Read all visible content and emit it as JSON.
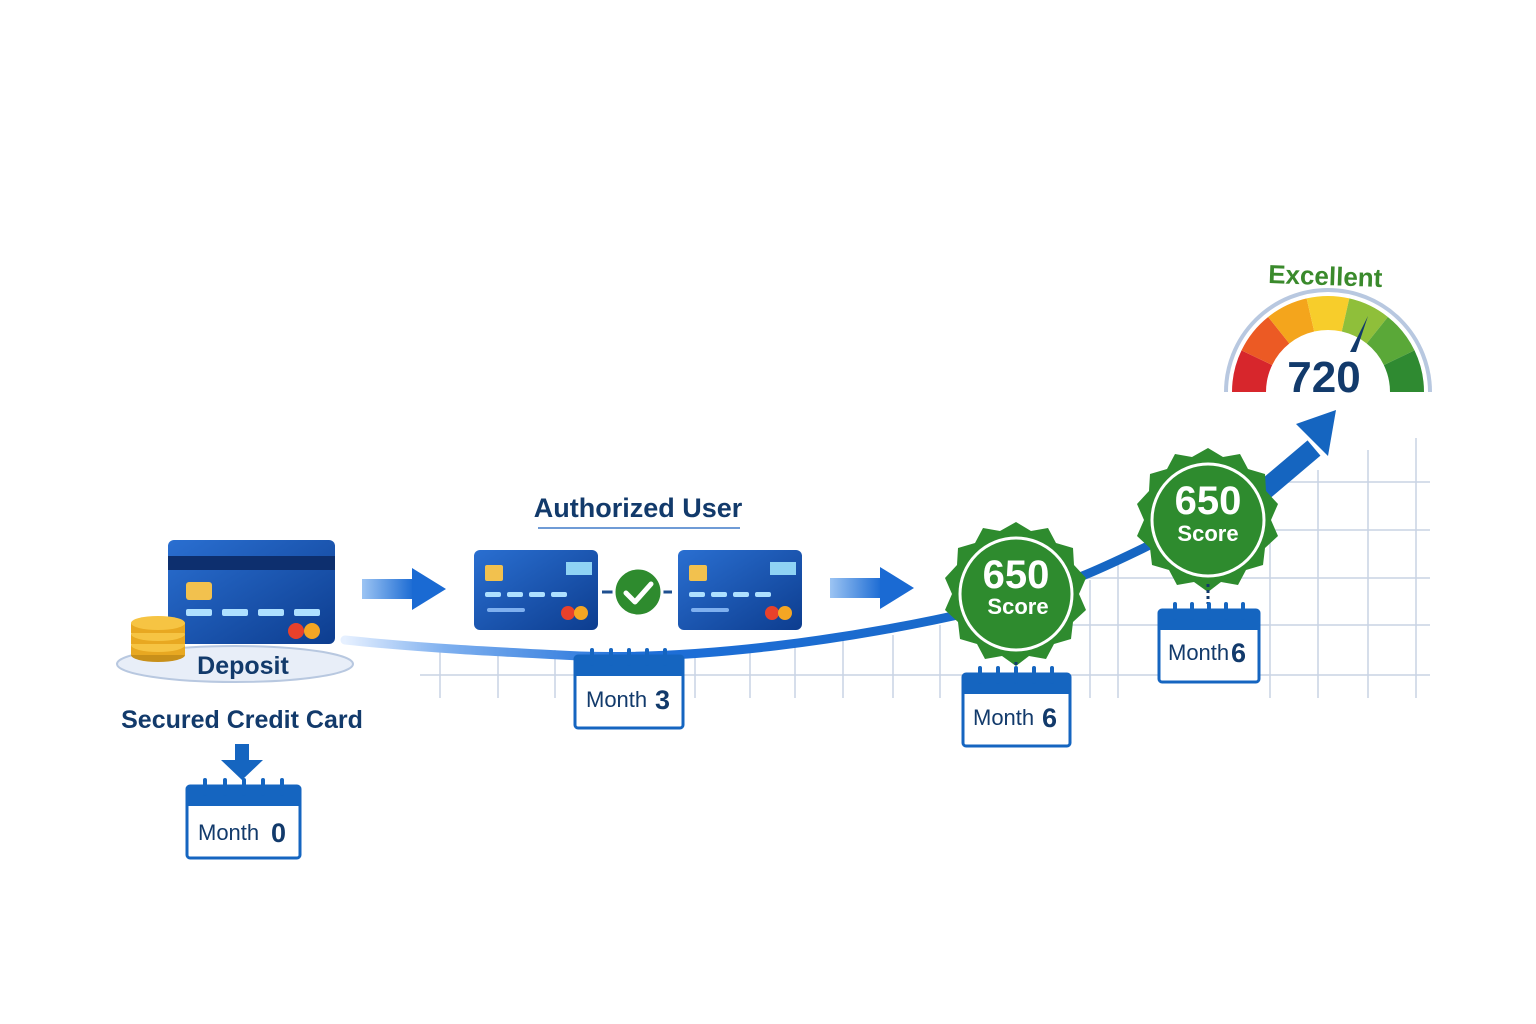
{
  "step1": {
    "deposit_label": "Deposit",
    "title": "Secured Credit Card",
    "calendar": {
      "word": "Month",
      "number": "0"
    }
  },
  "step2": {
    "title": "Authorized User",
    "calendar": {
      "word": "Month",
      "number": "3"
    }
  },
  "step3": {
    "badge_value": "650",
    "badge_caption": "Score",
    "calendar": {
      "word": "Month",
      "number": "6"
    }
  },
  "step4": {
    "badge_value": "650",
    "badge_caption": "Score",
    "calendar": {
      "word": "Month",
      "number": "6"
    }
  },
  "gauge": {
    "rating": "Excellent",
    "score": "720",
    "segment_colors": [
      "#d7262c",
      "#ec5a24",
      "#f4a51c",
      "#f7cd2b",
      "#8fbf3a",
      "#5aa838",
      "#2f8a31"
    ]
  },
  "colors": {
    "brand_blue": "#1565c0",
    "navy": "#123a6b",
    "green": "#2e8b2e",
    "grid": "#c9d3e4"
  }
}
